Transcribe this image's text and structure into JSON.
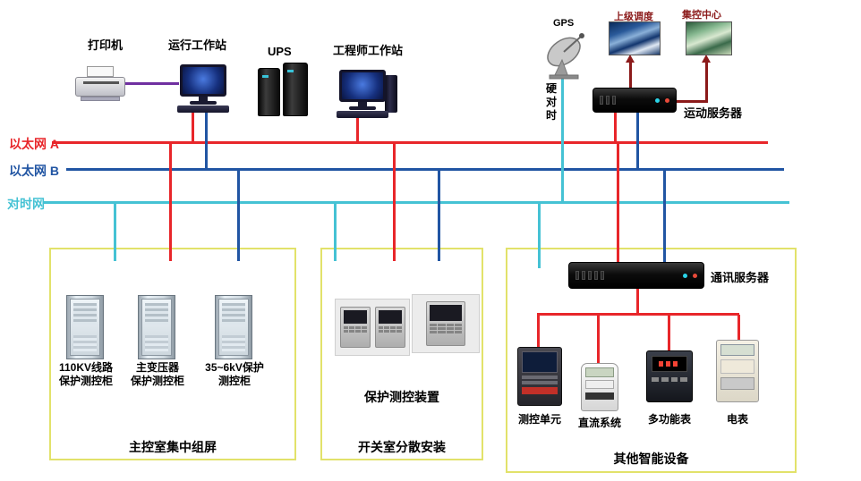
{
  "top": {
    "printer": "打印机",
    "operator_workstation": "运行工作站",
    "ups": "UPS",
    "engineer_workstation": "工程师工作站",
    "gps": "GPS",
    "superior_dispatch": "上级调度",
    "central_control": "集控中心",
    "remote_server": "运动服务器",
    "hard_time_sync": "硬对时"
  },
  "buses": {
    "ethernet_a": {
      "label": "以太网 A",
      "color": "#e8262a"
    },
    "ethernet_b": {
      "label": "以太网 B",
      "color": "#2155a3"
    },
    "time_sync": {
      "label": "对时网",
      "color": "#45c2d4"
    }
  },
  "left_box": {
    "cabinets": [
      "110KV线路\n保护测控柜",
      "主变压器\n保护测控柜",
      "35~6kV保护\n测控柜"
    ],
    "caption": "主控室集中组屏"
  },
  "middle_box": {
    "device_label": "保护测控装置",
    "caption": "开关室分散安装"
  },
  "right_box": {
    "comm_server": "通讯服务器",
    "devices": [
      "测控单元",
      "直流系统",
      "多功能表",
      "电表"
    ],
    "caption": "其他智能设备"
  },
  "colors": {
    "printer_link": "#7030a0",
    "uplink_arrow": "#8b1a1a",
    "box_border": "#e2e26a"
  }
}
